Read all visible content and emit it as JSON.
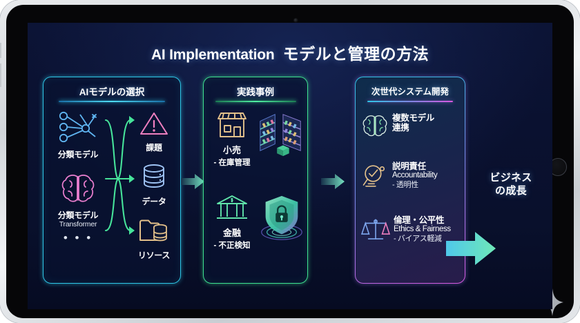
{
  "device": {
    "type": "tablet",
    "camera": "camera-dot",
    "home_button": "home-button",
    "sparkle": "sparkle-icon"
  },
  "slide": {
    "title_en": "AI Implementation",
    "title_jp": "モデルと管理の方法",
    "bg_color": "#0a1130"
  },
  "panels": [
    {
      "id": "model-selection",
      "title": "AIモデルの選択",
      "accent": "#2ec6e6",
      "inputs": [
        {
          "icon": "neural-network-icon",
          "label": "分類モデル",
          "sub": ""
        },
        {
          "icon": "brain-icon",
          "label": "分類モデル",
          "sub": "Transformer"
        }
      ],
      "ellipsis": "• • •",
      "outputs": [
        {
          "icon": "warning-triangle-icon",
          "label": "課題",
          "color": "#ef7fc0"
        },
        {
          "icon": "database-icon",
          "label": "データ",
          "color": "#9fc4f5"
        },
        {
          "icon": "folder-database-icon",
          "label": "リソース",
          "color": "#e3c08a"
        }
      ]
    },
    {
      "id": "practical-cases",
      "title": "実践事例",
      "accent": "#3ee08f",
      "cases": [
        {
          "icon": "storefront-icon",
          "title": "小売",
          "sub": "- 在庫管理",
          "art": "shelves-art"
        },
        {
          "icon": "bank-icon",
          "title": "金融",
          "sub": "- 不正検知",
          "art": "shield-lock-art"
        }
      ]
    },
    {
      "id": "next-gen-system",
      "title": "次世代システム開発",
      "accent_from": "#2ec6e6",
      "accent_to": "#d958e0",
      "items": [
        {
          "icon": "brain-icon",
          "main": "複数モデル",
          "main2": "連携",
          "en": "",
          "sub": ""
        },
        {
          "icon": "magnifier-check-icon",
          "main": "説明責任",
          "en": "Accountability",
          "sub": "- 透明性"
        },
        {
          "icon": "scales-icon",
          "main": "倫理・公平性",
          "en": "Ethics & Fairness",
          "sub": "- バイアス軽減"
        }
      ]
    }
  ],
  "outcome": {
    "arrow": "gradient-arrow-right",
    "line1": "ビジネス",
    "line2": "の成長"
  },
  "connectors": [
    {
      "name": "connector-arrow-1"
    },
    {
      "name": "connector-arrow-2"
    }
  ]
}
